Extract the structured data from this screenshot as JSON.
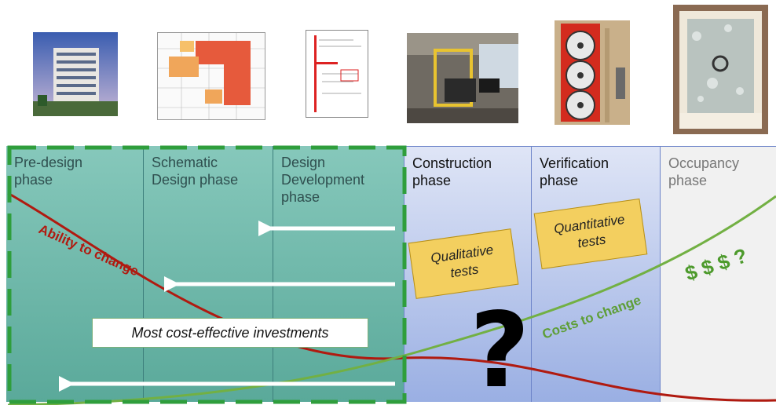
{
  "phases": [
    {
      "label": "Pre-design\nphase"
    },
    {
      "label": "Schematic\nDesign phase"
    },
    {
      "label": "Design\nDevelopment\nphase"
    },
    {
      "label": "Construction\nphase"
    },
    {
      "label": "Verification\nphase"
    },
    {
      "label": "Occupancy\nphase"
    }
  ],
  "notes": {
    "qualitative": "Qualitative\ntests",
    "quantitative": "Quantitative\ntests"
  },
  "curves": {
    "ability": "Ability to change",
    "costs": "Costs to change",
    "dollars": "$ $ $ ?"
  },
  "investments_box": "Most cost-effective investments",
  "question_mark": "?",
  "colors": {
    "design_band": "#73bfb0",
    "construction_band": "#aebee8",
    "occupancy_band": "#f1f1f1",
    "dashed_border": "#2f9e3c",
    "ability_curve": "#b01a10",
    "cost_curve": "#72b043",
    "note_fill": "#f3cf5f"
  },
  "icons": [
    "building-render-icon",
    "floor-plan-icon",
    "section-drawing-icon",
    "construction-site-icon",
    "blower-door-icon",
    "window-condensation-icon"
  ]
}
